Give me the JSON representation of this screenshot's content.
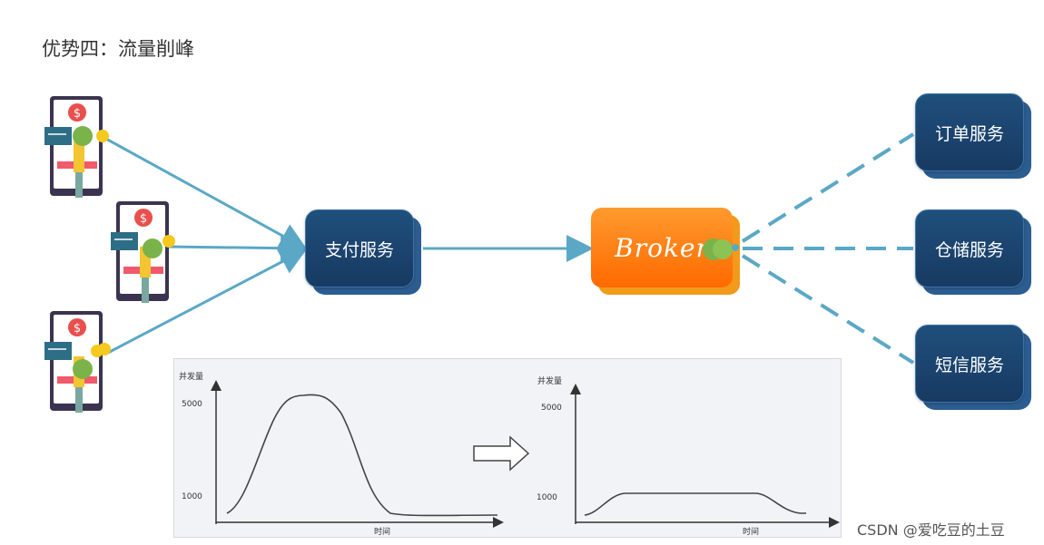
{
  "title": "优势四：流量削峰",
  "payment_node": {
    "label": "支付服务"
  },
  "broker_node": {
    "label": "Broker"
  },
  "services": [
    {
      "label": "订单服务"
    },
    {
      "label": "仓储服务"
    },
    {
      "label": "短信服务"
    }
  ],
  "colors": {
    "service_fill": "#1f4f7c",
    "broker_fill": "#ff6a00",
    "arrow": "#5ba8c6"
  },
  "chart_data": [
    {
      "type": "line",
      "ylabel": "并发量",
      "xlabel": "时间",
      "y_ticks": [
        "5000",
        "1000"
      ],
      "shape": "peak"
    },
    {
      "type": "line",
      "ylabel": "并发量",
      "xlabel": "时间",
      "y_ticks": [
        "5000",
        "1000"
      ],
      "shape": "flattened"
    }
  ],
  "watermark": "CSDN @爱吃豆的土豆"
}
